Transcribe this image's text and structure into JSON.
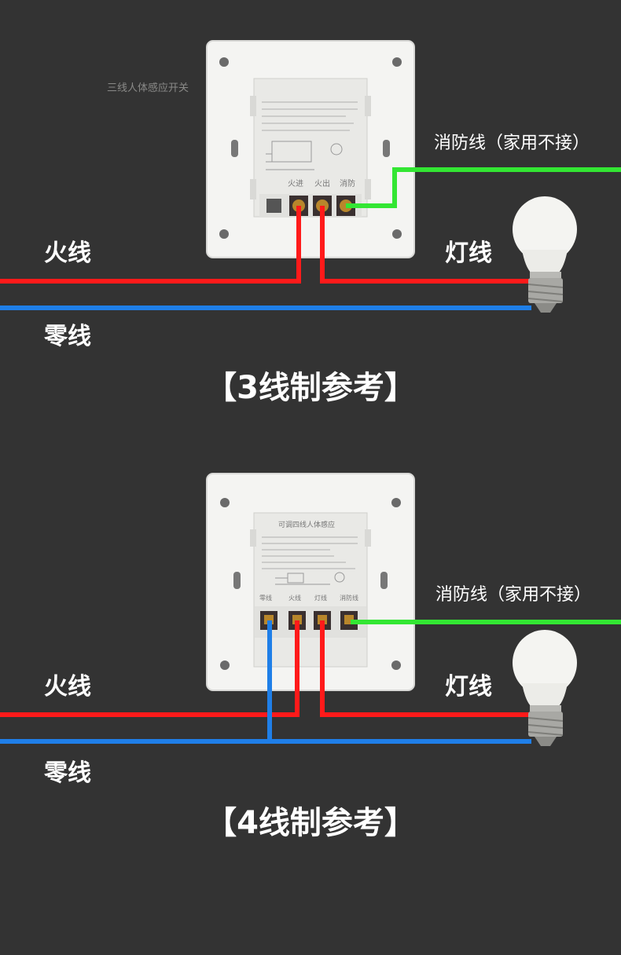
{
  "colors": {
    "background": "#333333",
    "live_wire": "#ff1a1a",
    "neutral_wire": "#1f7fe8",
    "fire_wire": "#33e633",
    "text": "#ffffff"
  },
  "three_wire": {
    "module_title": "三线人体感应开关",
    "terminals": [
      "火进",
      "火出",
      "消防"
    ],
    "label_fire": "消防线（家用不接）",
    "label_live": "火线",
    "label_lamp": "灯线",
    "label_neutral": "零线",
    "caption": "【3线制参考】"
  },
  "four_wire": {
    "module_title": "可调四线人体感应",
    "terminals": [
      "零线",
      "火线",
      "灯线",
      "消防线"
    ],
    "label_fire": "消防线（家用不接）",
    "label_live": "火线",
    "label_lamp": "灯线",
    "label_neutral": "零线",
    "caption": "【4线制参考】"
  },
  "icons": [
    "bulb-icon",
    "switch-panel-icon"
  ]
}
